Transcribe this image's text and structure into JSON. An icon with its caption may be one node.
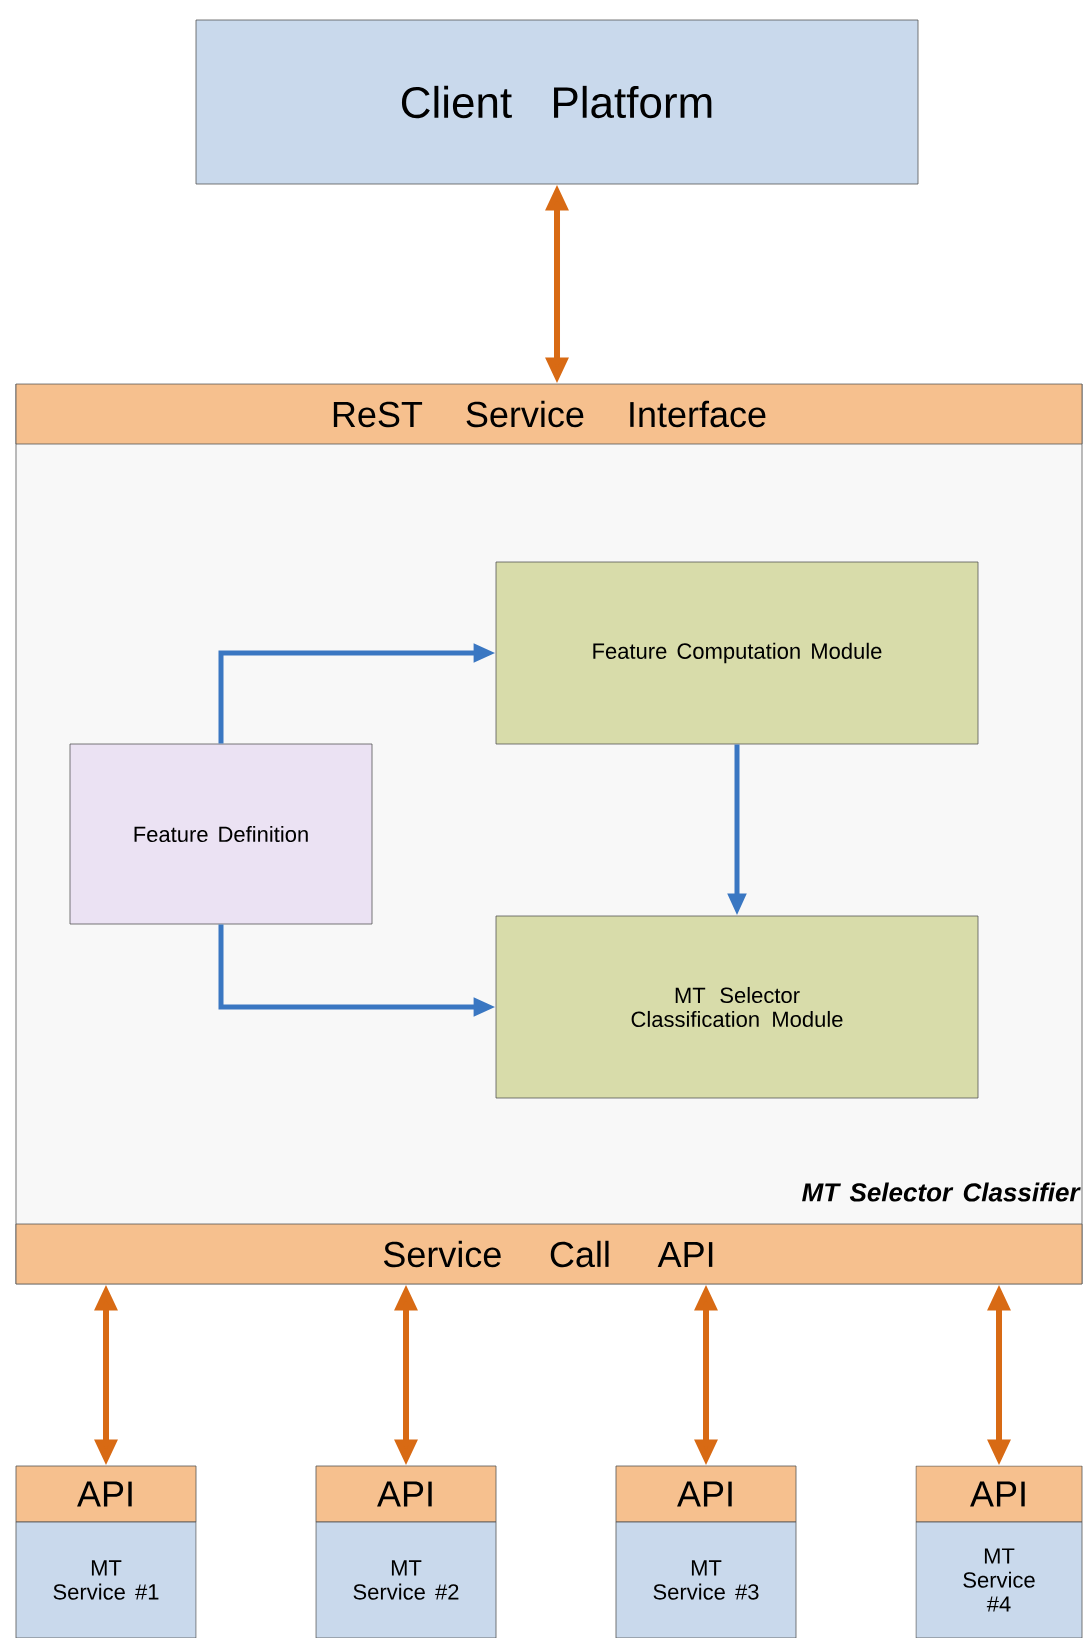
{
  "diagram": {
    "nodes": [
      {
        "text": [
          "Client Platform"
        ]
      },
      {
        "text": [
          "MT Selector Classifier"
        ]
      },
      {
        "text": [
          "ReST Service Interface"
        ],
        "in": 1
      },
      {
        "text": [
          "Feature Definition"
        ],
        "in": 1
      },
      {
        "text": [
          "Feature Computation Module"
        ],
        "in": 1
      },
      {
        "text": [
          "MT Selector Classification Module"
        ],
        "in": 1
      },
      {
        "text": [
          "Service Call API"
        ],
        "in": 1
      },
      {
        "text": [
          "API"
        ]
      },
      {
        "text": [
          "MT Service #1"
        ]
      },
      {
        "text": [
          "API"
        ]
      },
      {
        "text": [
          "MT Service #2"
        ]
      },
      {
        "text": [
          "API"
        ]
      },
      {
        "text": [
          "MT Service #3"
        ]
      },
      {
        "text": [
          "API"
        ]
      },
      {
        "text": [
          "MT Service #4"
        ]
      }
    ],
    "edges": [
      {
        "from": 0,
        "to": 2,
        "arrow": "both"
      },
      {
        "from": 3,
        "to": 4,
        "arrow": "to",
        "color": "#3a77c2"
      },
      {
        "from": 3,
        "to": 5,
        "arrow": "to",
        "color": "#3a77c2"
      },
      {
        "from": 4,
        "to": 5,
        "arrow": "to",
        "color": "#3a77c2"
      },
      {
        "from": 6,
        "to": 7,
        "arrow": "both"
      },
      {
        "from": 6,
        "to": 9,
        "arrow": "both"
      },
      {
        "from": 6,
        "to": 11,
        "arrow": "both"
      },
      {
        "from": 6,
        "to": 13,
        "arrow": "both"
      }
    ]
  }
}
